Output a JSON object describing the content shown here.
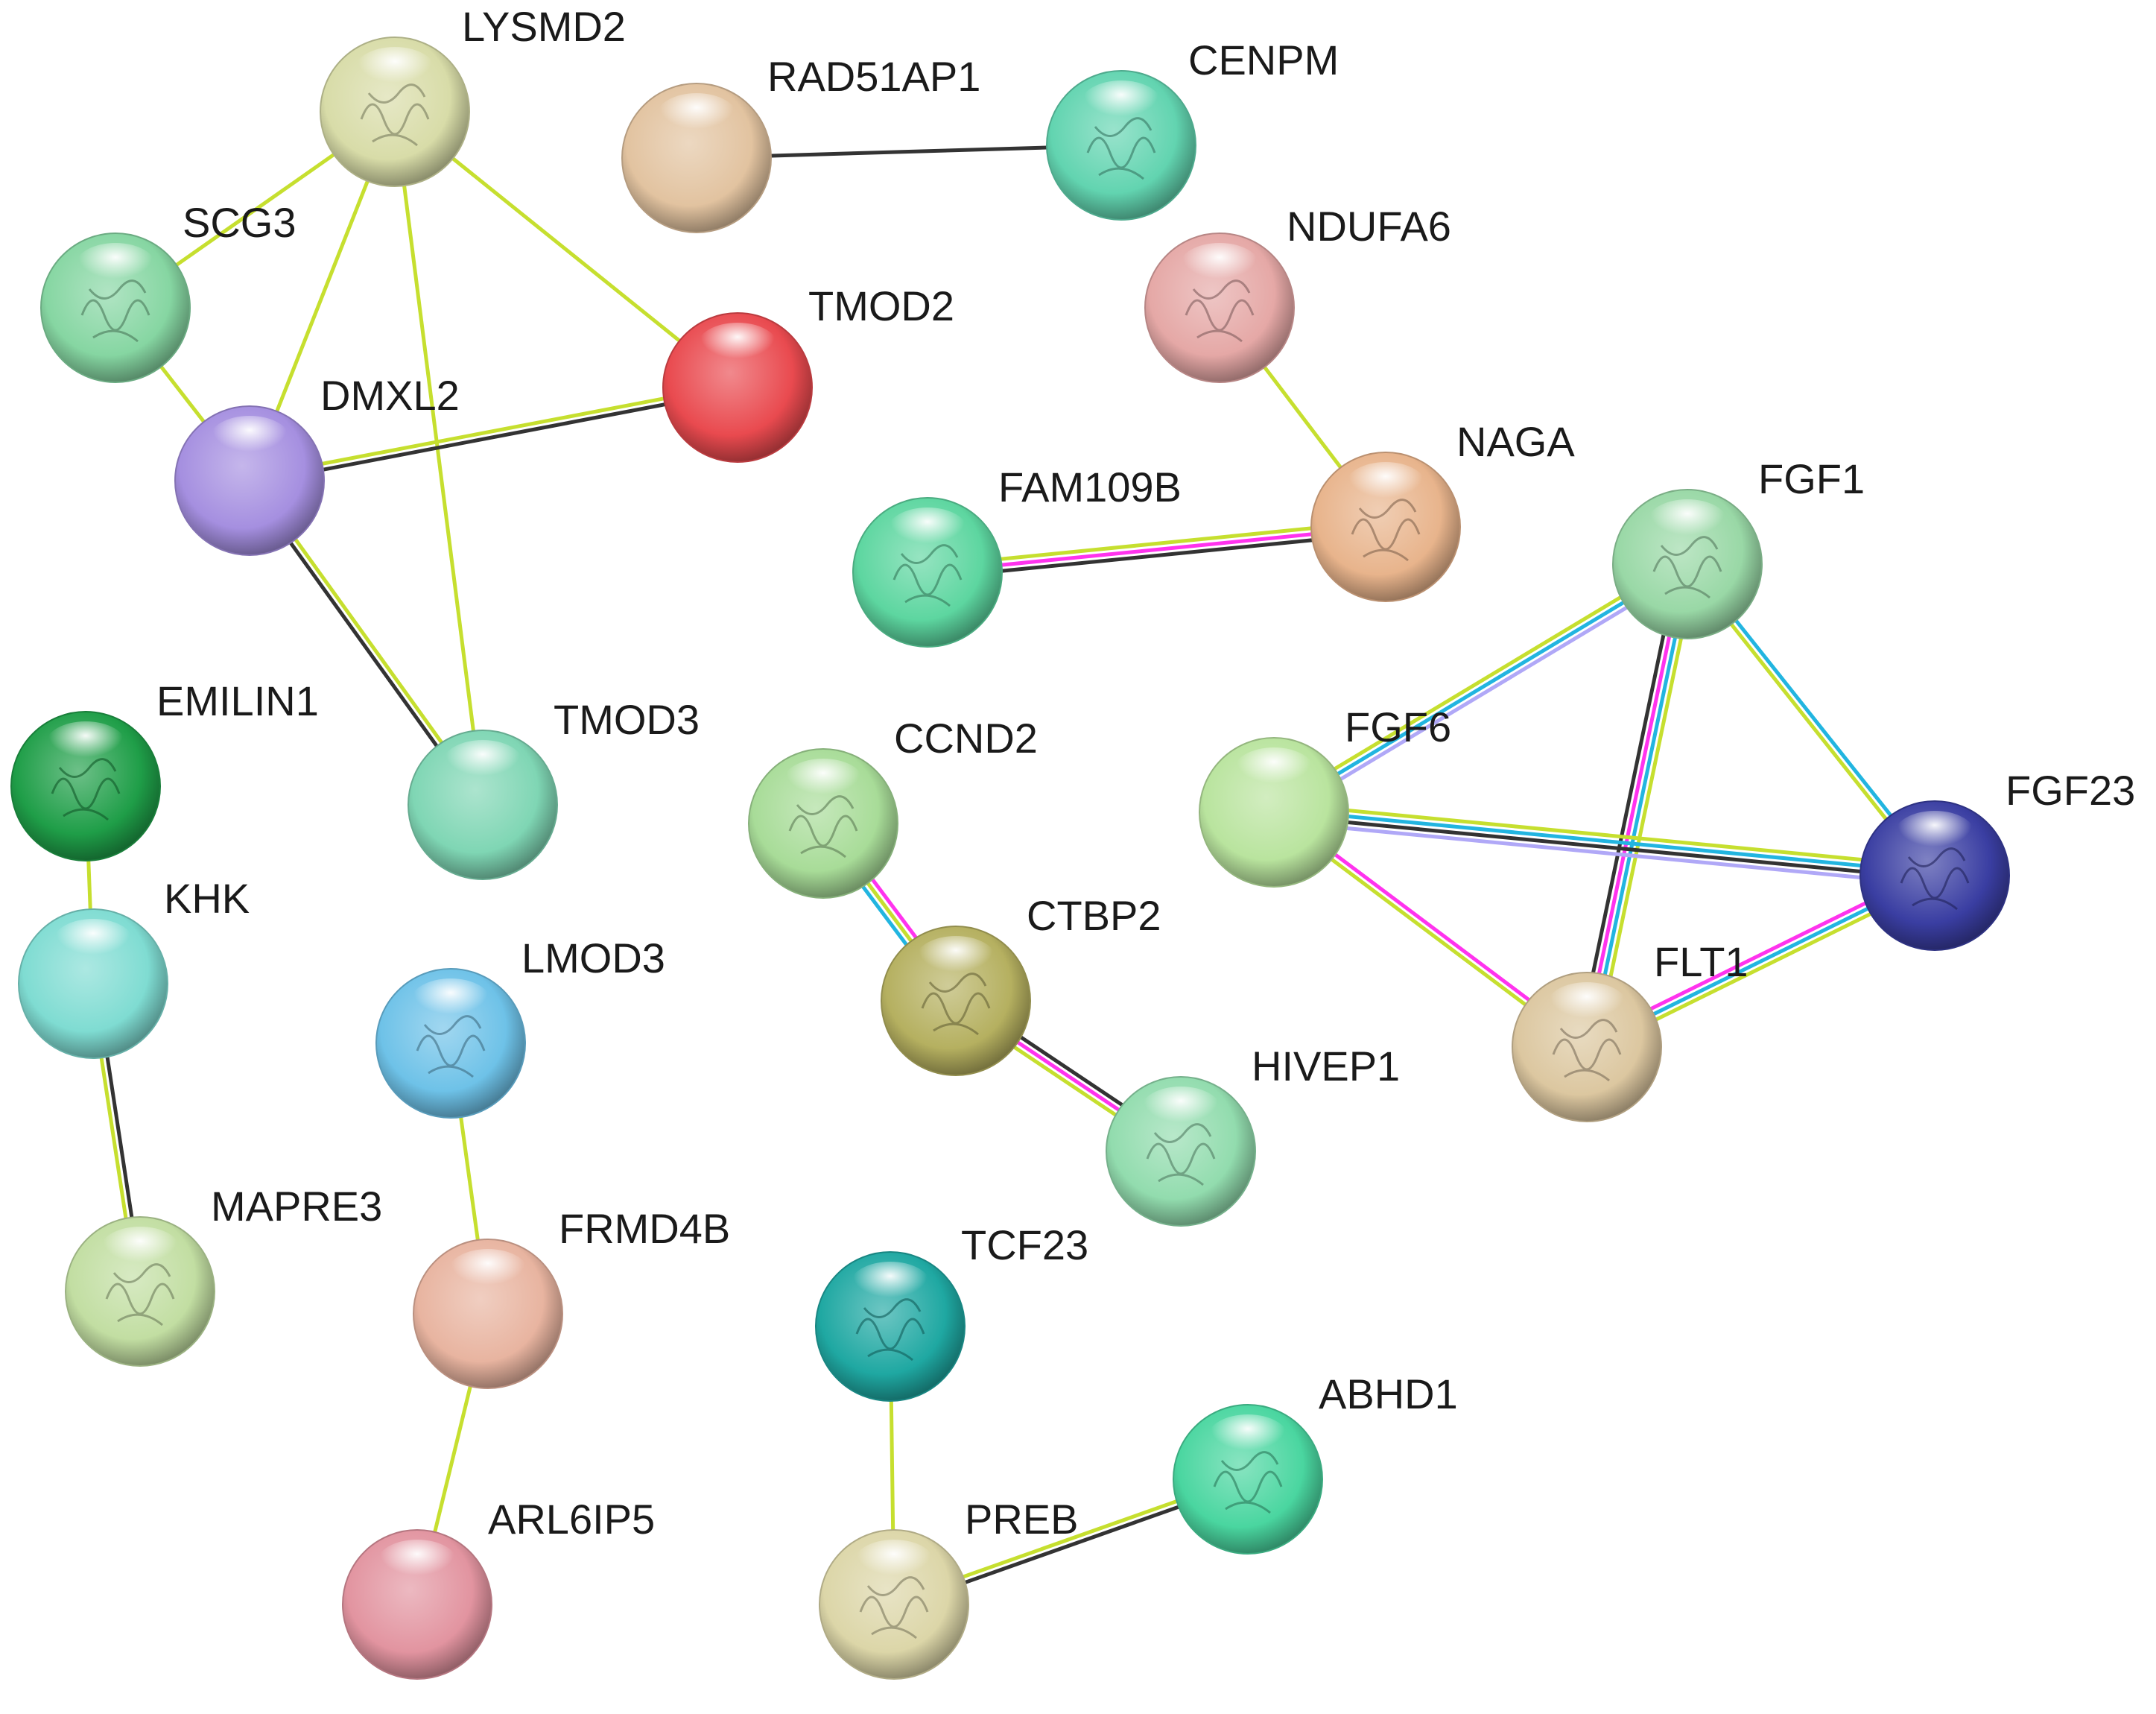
{
  "network": {
    "edge_colors": {
      "textmining": "#c6df2f",
      "coexpression": "#333333",
      "experiments": "#ff33ee",
      "database": "#22b5e0",
      "homology": "#b0a8f7"
    },
    "nodes": [
      {
        "id": "LYSMD2",
        "label": "LYSMD2",
        "color": "#d8dca8",
        "structure": true
      },
      {
        "id": "SCG3",
        "label": "SCG3",
        "color": "#86d6a2",
        "structure": true
      },
      {
        "id": "DMXL2",
        "label": "DMXL2",
        "color": "#a58fe0",
        "structure": false
      },
      {
        "id": "TMOD2",
        "label": "TMOD2",
        "color": "#e94a4f",
        "structure": false
      },
      {
        "id": "TMOD3",
        "label": "TMOD3",
        "color": "#7fd6b4",
        "structure": false
      },
      {
        "id": "RAD51AP1",
        "label": "RAD51AP1",
        "color": "#e2c3a0",
        "structure": false
      },
      {
        "id": "CENPM",
        "label": "CENPM",
        "color": "#62d4b0",
        "structure": true
      },
      {
        "id": "NDUFA6",
        "label": "NDUFA6",
        "color": "#e5a8a6",
        "structure": true
      },
      {
        "id": "NAGA",
        "label": "NAGA",
        "color": "#e8b48c",
        "structure": true
      },
      {
        "id": "FAM109B",
        "label": "FAM109B",
        "color": "#5dd6a0",
        "structure": true
      },
      {
        "id": "FGF1",
        "label": "FGF1",
        "color": "#99d8a6",
        "structure": true
      },
      {
        "id": "FGF6",
        "label": "FGF6",
        "color": "#b9e49e",
        "structure": false
      },
      {
        "id": "FGF23",
        "label": "FGF23",
        "color": "#3a3ea2",
        "structure": true
      },
      {
        "id": "FLT1",
        "label": "FLT1",
        "color": "#dcc7a0",
        "structure": true
      },
      {
        "id": "EMILIN1",
        "label": "EMILIN1",
        "color": "#1f9e48",
        "structure": true
      },
      {
        "id": "KHK",
        "label": "KHK",
        "color": "#7fdcd2",
        "structure": false
      },
      {
        "id": "MAPRE3",
        "label": "MAPRE3",
        "color": "#c2dea2",
        "structure": true
      },
      {
        "id": "LMOD3",
        "label": "LMOD3",
        "color": "#6ec2e8",
        "structure": true
      },
      {
        "id": "FRMD4B",
        "label": "FRMD4B",
        "color": "#e8b4a0",
        "structure": false
      },
      {
        "id": "ARL6IP5",
        "label": "ARL6IP5",
        "color": "#e294a0",
        "structure": false
      },
      {
        "id": "CCND2",
        "label": "CCND2",
        "color": "#a8dc98",
        "structure": true
      },
      {
        "id": "CTBP2",
        "label": "CTBP2",
        "color": "#b5b060",
        "structure": true
      },
      {
        "id": "HIVEP1",
        "label": "HIVEP1",
        "color": "#92dcae",
        "structure": true
      },
      {
        "id": "TCF23",
        "label": "TCF23",
        "color": "#1fa8a2",
        "structure": true
      },
      {
        "id": "ABHD1",
        "label": "ABHD1",
        "color": "#4ad6a0",
        "structure": true
      },
      {
        "id": "PREB",
        "label": "PREB",
        "color": "#dcd6a8",
        "structure": true
      }
    ],
    "edges": [
      {
        "source": "LYSMD2",
        "target": "SCG3",
        "types": [
          "textmining"
        ]
      },
      {
        "source": "LYSMD2",
        "target": "DMXL2",
        "types": [
          "textmining"
        ]
      },
      {
        "source": "LYSMD2",
        "target": "TMOD3",
        "types": [
          "textmining"
        ]
      },
      {
        "source": "LYSMD2",
        "target": "TMOD2",
        "types": [
          "textmining"
        ]
      },
      {
        "source": "SCG3",
        "target": "DMXL2",
        "types": [
          "textmining"
        ]
      },
      {
        "source": "DMXL2",
        "target": "TMOD2",
        "types": [
          "textmining",
          "coexpression"
        ]
      },
      {
        "source": "DMXL2",
        "target": "TMOD3",
        "types": [
          "textmining",
          "coexpression"
        ]
      },
      {
        "source": "RAD51AP1",
        "target": "CENPM",
        "types": [
          "coexpression"
        ]
      },
      {
        "source": "NDUFA6",
        "target": "NAGA",
        "types": [
          "textmining"
        ]
      },
      {
        "source": "FAM109B",
        "target": "NAGA",
        "types": [
          "textmining",
          "experiments",
          "coexpression"
        ]
      },
      {
        "source": "FGF1",
        "target": "FGF6",
        "types": [
          "homology",
          "database",
          "textmining"
        ]
      },
      {
        "source": "FGF1",
        "target": "FGF23",
        "types": [
          "database",
          "textmining"
        ]
      },
      {
        "source": "FGF1",
        "target": "FLT1",
        "types": [
          "textmining",
          "database",
          "experiments",
          "coexpression"
        ]
      },
      {
        "source": "FGF6",
        "target": "FGF23",
        "types": [
          "textmining",
          "database",
          "coexpression",
          "homology"
        ]
      },
      {
        "source": "FGF6",
        "target": "FLT1",
        "types": [
          "experiments",
          "textmining"
        ]
      },
      {
        "source": "FGF23",
        "target": "FLT1",
        "types": [
          "textmining",
          "database",
          "experiments"
        ]
      },
      {
        "source": "EMILIN1",
        "target": "KHK",
        "types": [
          "textmining"
        ]
      },
      {
        "source": "KHK",
        "target": "MAPRE3",
        "types": [
          "coexpression",
          "textmining"
        ]
      },
      {
        "source": "LMOD3",
        "target": "FRMD4B",
        "types": [
          "textmining"
        ]
      },
      {
        "source": "FRMD4B",
        "target": "ARL6IP5",
        "types": [
          "textmining"
        ]
      },
      {
        "source": "CCND2",
        "target": "CTBP2",
        "types": [
          "experiments",
          "textmining",
          "database"
        ]
      },
      {
        "source": "CTBP2",
        "target": "HIVEP1",
        "types": [
          "coexpression",
          "experiments",
          "textmining"
        ]
      },
      {
        "source": "TCF23",
        "target": "PREB",
        "types": [
          "textmining"
        ]
      },
      {
        "source": "PREB",
        "target": "ABHD1",
        "types": [
          "textmining",
          "coexpression"
        ]
      }
    ]
  }
}
